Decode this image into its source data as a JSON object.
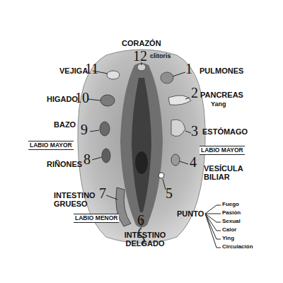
{
  "diagram": {
    "labels": [
      "CORAZÓN",
      "12",
      "clitoris",
      "VEJIGA",
      "11",
      "1",
      "PULMONES",
      "HIGADO",
      "10",
      "2",
      "PANCREAS",
      "Yang",
      "BAZO",
      "9",
      "3",
      "ESTÓMAGO",
      "LABIO MAYOR",
      "LABIO MAYOR",
      "8",
      "RIÑONES",
      "4",
      "VESÍCULA BILIAR",
      "7",
      "INTESTINO GRUESO",
      "LABIO MENOR",
      "5",
      "PUNTO",
      "Fuego",
      "Pasión",
      "Sexual",
      "Calor",
      "Ying",
      "Circulación",
      "6",
      "INTESTINO DELGADO"
    ]
  }
}
